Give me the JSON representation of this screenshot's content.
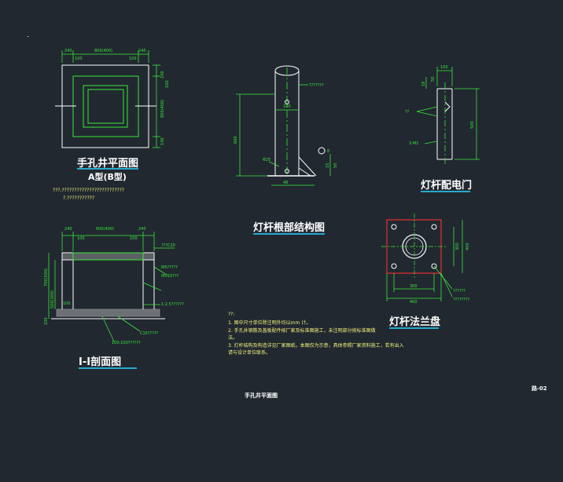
{
  "titles": {
    "plan": "手孔井平面图",
    "plan_type": "A型(B型)",
    "section": "I-I剖面图",
    "root": "灯杆根部结构图",
    "door": "灯杆配电门",
    "flange": "灯杆法兰盘"
  },
  "plan": {
    "dim_top_240": "240",
    "dim_top_800": "800(400)",
    "dim_top_240b": "240",
    "dim_top_100": "100",
    "dim_top_100b": "100",
    "dim_right_240": "240",
    "dim_right_800": "800(400)",
    "dim_right_100": "100",
    "dim_right_140": "140",
    "notes_1": "???.?????????????????????????",
    "notes_2": "?.???????????"
  },
  "section": {
    "dim_240": "240",
    "dim_600": "600(400)",
    "dim_240b": "240",
    "dim_100": "100",
    "dim_100b": "100",
    "dim_left_700": "700(500)",
    "dim_left_500": "500(300)",
    "dim_left_100": "100",
    "dim_left_100b": "100",
    "label_c20": "???C20",
    "label_m5": "M5?????",
    "label_mu10": "MU10???",
    "label_ratio": "1:2.5??????",
    "label_c15": "C15?????",
    "label_bottom": "100:100??????"
  },
  "root": {
    "label_top": "???????",
    "dim_100": "100",
    "dim_600": "600",
    "dim_phi": "Φ25",
    "dim_8": "8",
    "dim_15": "15",
    "dim_50": "50",
    "dim_48": "48"
  },
  "door": {
    "dim_100": "100",
    "dim_18": "18",
    "dim_50": "50",
    "dim_500": "500",
    "label_pp": "??",
    "label_2m1": "2-M1"
  },
  "flange": {
    "dim_300": "300",
    "dim_400": "400",
    "dim_v300": "300",
    "dim_v400": "400",
    "label_1": "??????",
    "label_2": "????????"
  },
  "notes": {
    "head": "??:",
    "n1": "1.  图中尺寸单位除注明外均以mm  计。",
    "n2": "2.  手孔井钢筋及盖板配件按厂家及标准图施工，未注明部分按标准图做",
    "n2b": "法。",
    "n3": "3.  灯杆结构及构造详见厂家图纸，本图仅为示意，具体参照厂家资料施工，若有出入",
    "n3b": "请与设计单位联系。"
  },
  "footer": {
    "sheet_title": "手孔井平面图",
    "sheet_no": "路-02"
  }
}
